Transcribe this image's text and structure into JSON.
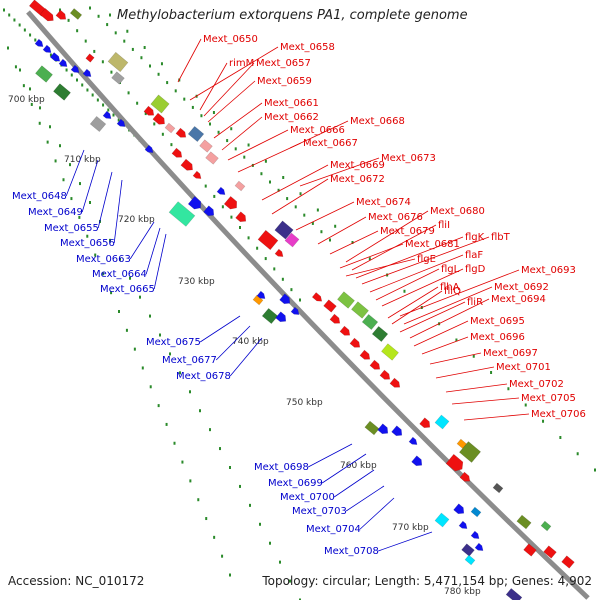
{
  "title": "Methylobacterium extorquens PA1, complete genome",
  "footer": {
    "accession": "Accession: NC_010172",
    "summary": "Topology: circular; Length: 5,471,154 bp; Genes: 4,902"
  },
  "colors": {
    "backbone": "#8c8c8c",
    "forward_genes": "#ee1111",
    "reverse_genes": "#1111ee",
    "tick_dots": "#2a8a2a",
    "labels_forward": "#e00000",
    "labels_reverse": "#0000cc"
  },
  "scale_labels": [
    "700 kbp",
    "710 kbp",
    "720 kbp",
    "730 kbp",
    "740 kbp",
    "750 kbp",
    "760 kbp",
    "770 kbp",
    "780 kbp"
  ],
  "forward_gene_labels": [
    "Mext_0650",
    "Mext_0658",
    "rimM",
    "Mext_0657",
    "Mext_0659",
    "Mext_0661",
    "Mext_0662",
    "Mext_0668",
    "Mext_0666",
    "Mext_0667",
    "Mext_0673",
    "Mext_0669",
    "Mext_0672",
    "Mext_0674",
    "Mext_0680",
    "Mext_0676",
    "fliI",
    "Mext_0679",
    "flgK",
    "flbT",
    "Mext_0681",
    "flaF",
    "flgE",
    "flgL",
    "flgD",
    "Mext_0693",
    "flhA",
    "Mext_0692",
    "fliQ",
    "fliR",
    "Mext_0694",
    "Mext_0695",
    "Mext_0696",
    "Mext_0697",
    "Mext_0701",
    "Mext_0702",
    "Mext_0705",
    "Mext_0706"
  ],
  "reverse_gene_labels": [
    "Mext_0648",
    "Mext_0649",
    "Mext_0655",
    "Mext_0656",
    "Mext_0663",
    "Mext_0664",
    "Mext_0665",
    "Mext_0675",
    "Mext_0677",
    "Mext_0678",
    "Mext_0698",
    "Mext_0699",
    "Mext_0700",
    "Mext_0703",
    "Mext_0704",
    "Mext_0708"
  ]
}
